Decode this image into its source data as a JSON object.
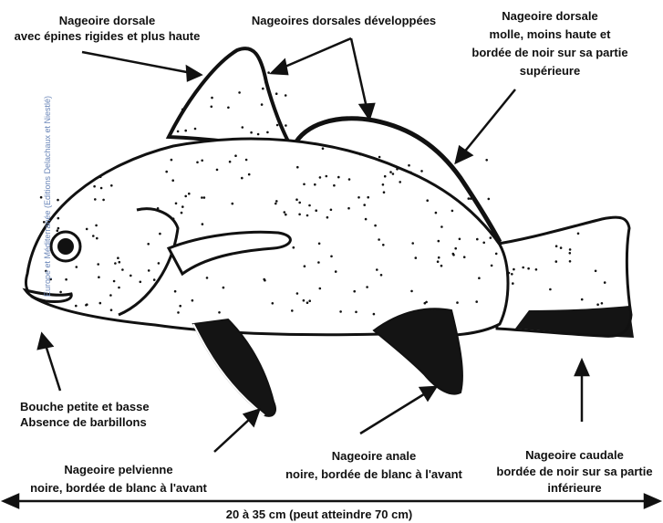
{
  "labels": {
    "dorsal_spiny": [
      "Nageoire dorsale",
      "avec épines rigides et plus haute"
    ],
    "dorsal_developed": [
      "Nageoires dorsales développées"
    ],
    "dorsal_soft": [
      "Nageoire dorsale",
      "molle, moins haute et",
      "bordée de noir sur sa partie",
      "supérieure"
    ],
    "mouth": [
      "Bouche petite et basse",
      "Absence de barbillons"
    ],
    "pelvic": [
      "Nageoire pelvienne",
      "noire, bordée de blanc à l'avant"
    ],
    "anal": [
      "Nageoire anale",
      "noire, bordée de blanc à l'avant"
    ],
    "caudal": [
      "Nageoire caudale",
      "bordée de noir sur sa partie",
      "inférieure"
    ],
    "size": "20 à 35 cm (peut atteindre 70 cm)"
  },
  "side_text": "Europe et Méditerranée (Editions Delachaux et Niestlé)",
  "colors": {
    "ink": "#111111",
    "fin_black": "#141414",
    "side_text": "#6a86b8"
  }
}
